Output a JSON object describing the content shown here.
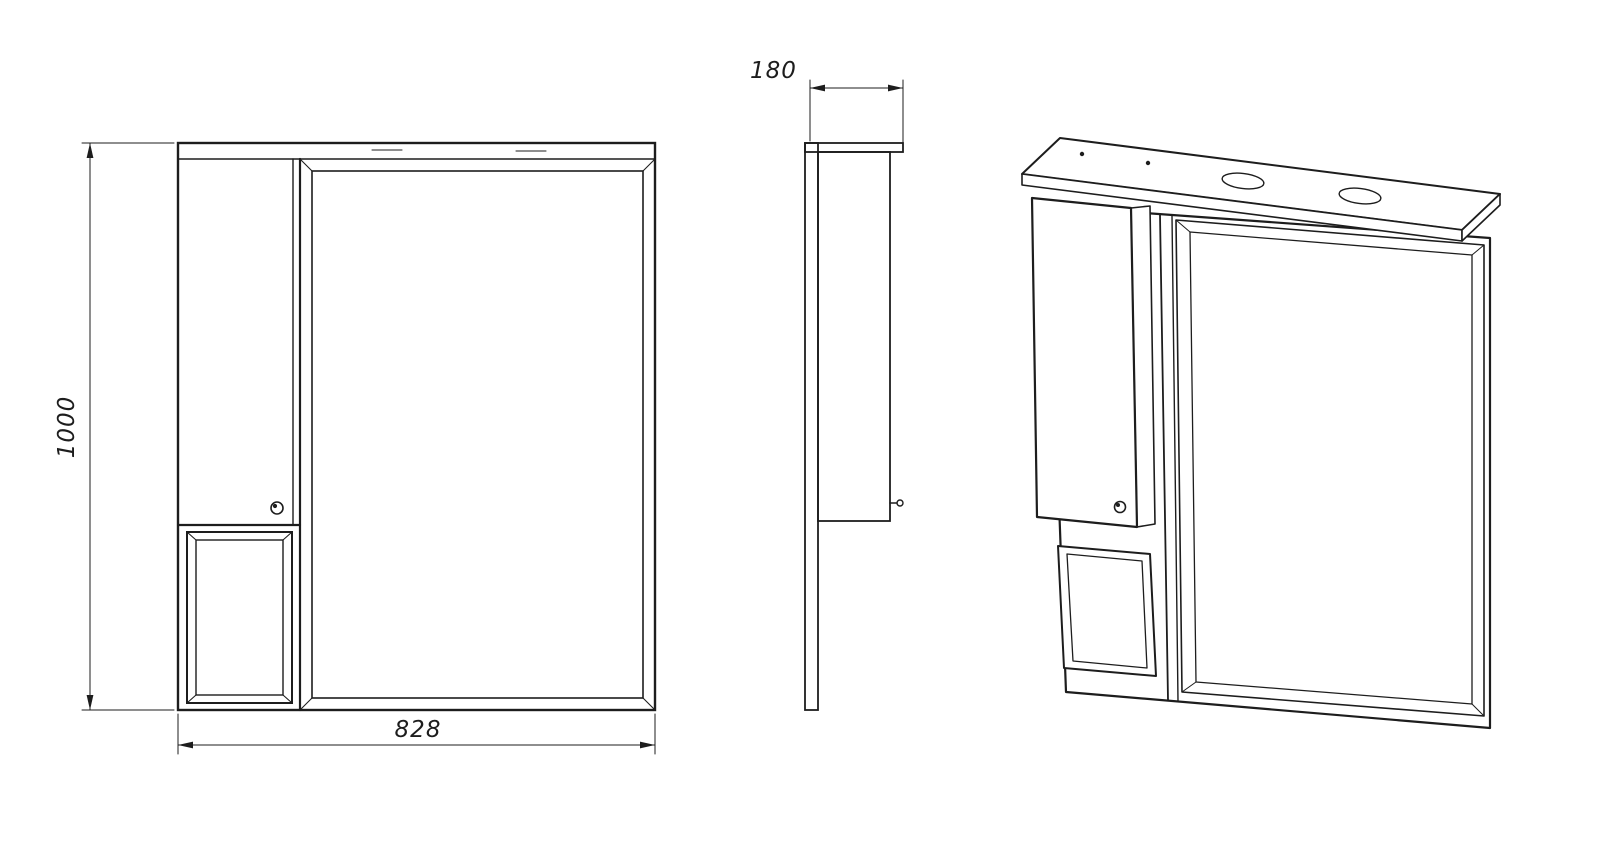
{
  "drawing": {
    "background_color": "#ffffff",
    "line_color": "#1d1d1d",
    "views": {
      "front": {
        "height_label": "1000",
        "width_label": "828"
      },
      "side": {
        "depth_label": "180"
      }
    }
  }
}
